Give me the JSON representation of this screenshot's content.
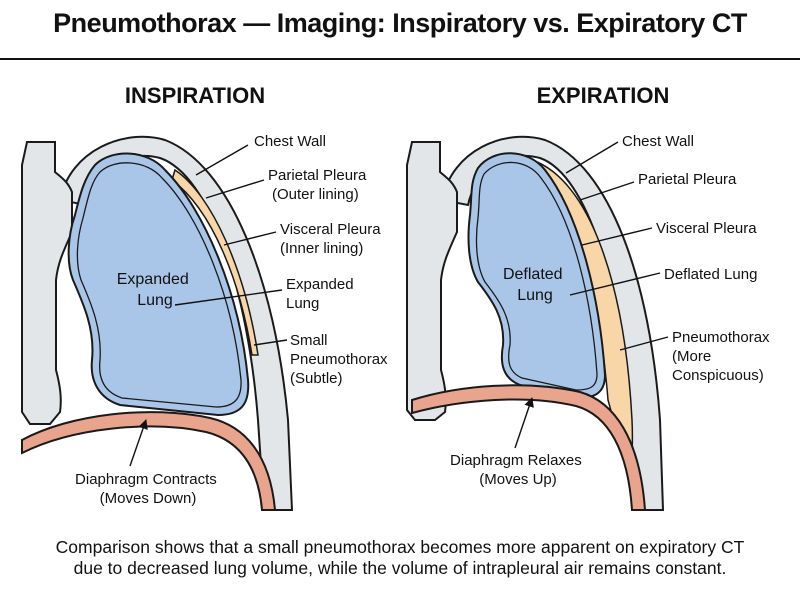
{
  "header": {
    "title": "Pneumothorax — Imaging: Inspiratory vs. Expiratory CT"
  },
  "panels": [
    {
      "heading": "INSPIRATION",
      "lung_label": [
        "Expanded",
        "Lung"
      ],
      "labels": {
        "chest_wall": [
          "Chest Wall"
        ],
        "parietal_pleura": [
          "Parietal Pleura",
          "(Outer lining)"
        ],
        "visceral_pleura": [
          "Visceral Pleura",
          "(Inner lining)"
        ],
        "lung": [
          "Expanded",
          "Lung"
        ],
        "pneumothorax": [
          "Small",
          "Pneumothorax",
          "(Subtle)"
        ],
        "diaphragm": [
          "Diaphragm Contracts",
          "(Moves Down)"
        ]
      }
    },
    {
      "heading": "EXPIRATION",
      "lung_label": [
        "Deflated",
        "Lung"
      ],
      "labels": {
        "chest_wall": [
          "Chest Wall"
        ],
        "parietal_pleura": [
          "Parietal Pleura"
        ],
        "visceral_pleura": [
          "Visceral Pleura"
        ],
        "lung": [
          "Deflated Lung"
        ],
        "pneumothorax": [
          "Pneumothorax",
          "(More",
          "Conspicuous)"
        ],
        "diaphragm": [
          "Diaphragm Relaxes",
          "(Moves Up)"
        ]
      }
    }
  ],
  "caption": [
    "Comparison shows that a small pneumothorax becomes more apparent on expiratory CT",
    "due to decreased lung volume, while the volume of intrapleural air remains constant."
  ],
  "colors": {
    "lung": "#a9c6e8",
    "pneumothorax_air": "#f8d6a8",
    "chest_wall": "#e3e6e9",
    "spine": "#e3e6e9",
    "diaphragm": "#e8a48c",
    "outline": "#1a1a1a"
  }
}
